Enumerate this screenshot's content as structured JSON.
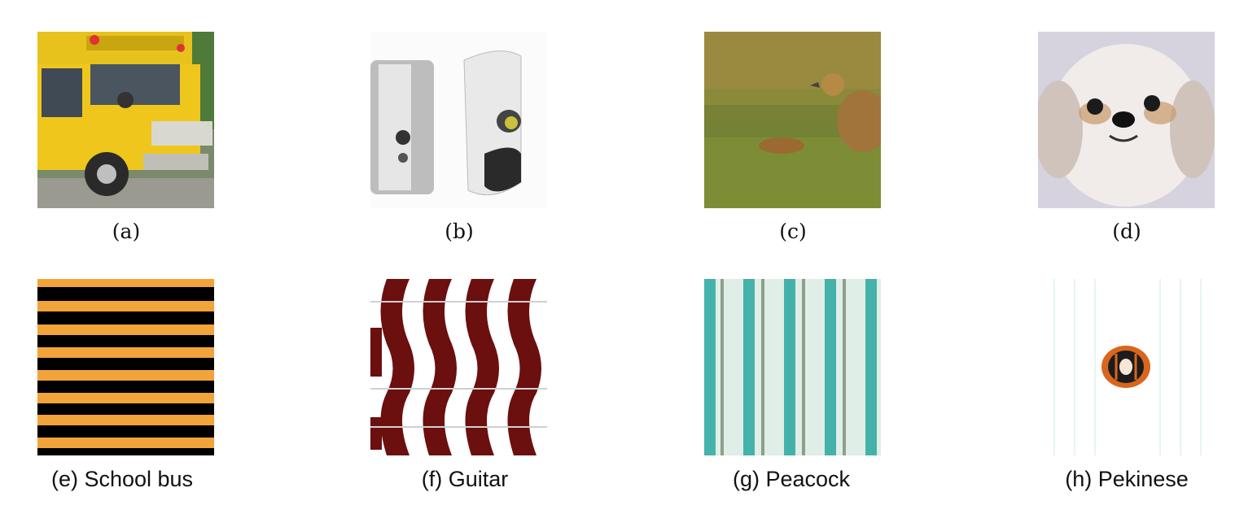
{
  "figure": {
    "top_row": [
      {
        "label": "(a)",
        "subject": "school bus photo"
      },
      {
        "label": "(b)",
        "subject": "soap dispensers photo"
      },
      {
        "label": "(c)",
        "subject": "bird on grass photo"
      },
      {
        "label": "(d)",
        "subject": "white dog face photo"
      }
    ],
    "bottom_row": [
      {
        "label": "(e) School bus",
        "colors": [
          "#000000",
          "#f2a33a"
        ]
      },
      {
        "label": "(f) Guitar",
        "colors": [
          "#6b0f0f",
          "#ffffff"
        ]
      },
      {
        "label": "(g) Peacock",
        "colors": [
          "#2aa8a0",
          "#dfeee6"
        ]
      },
      {
        "label": "(h) Pekinese",
        "colors": [
          "#d8661c",
          "#1c1c1c"
        ]
      }
    ]
  }
}
